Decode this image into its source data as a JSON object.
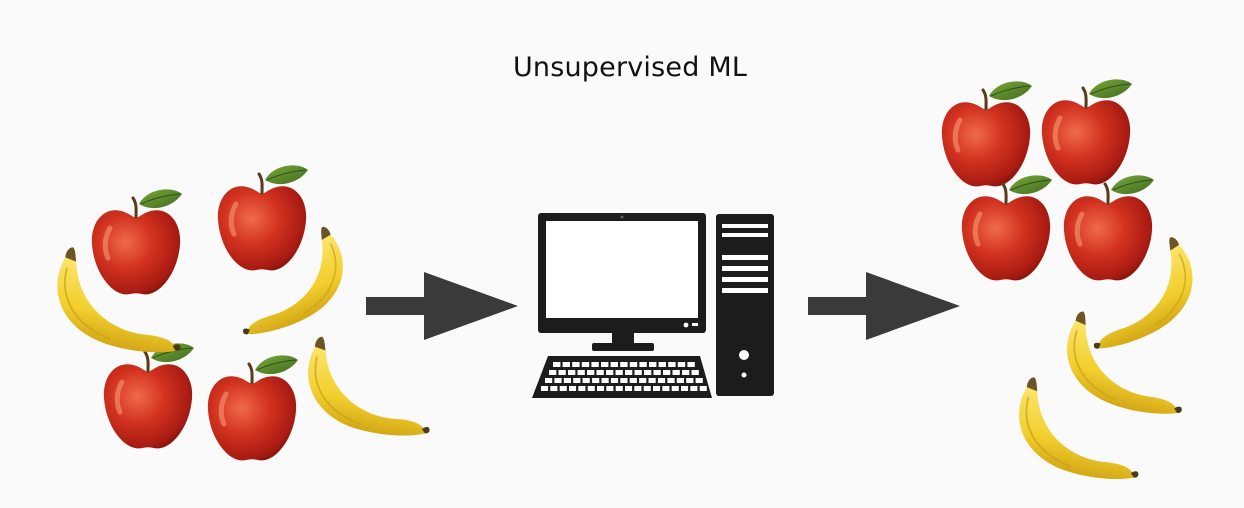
{
  "diagram": {
    "title": "Unsupervised ML",
    "input_group": {
      "apple_count": 4,
      "banana_count": 3
    },
    "processor": "computer-icon",
    "output_group": {
      "apple_count": 4,
      "banana_count": 3
    },
    "colors": {
      "background": "#fafafa",
      "arrow": "#3a3a3a",
      "computer": "#1c1c1c",
      "apple": "#c62a20",
      "banana": "#f2d23b",
      "leaf": "#5c8a2c"
    }
  }
}
